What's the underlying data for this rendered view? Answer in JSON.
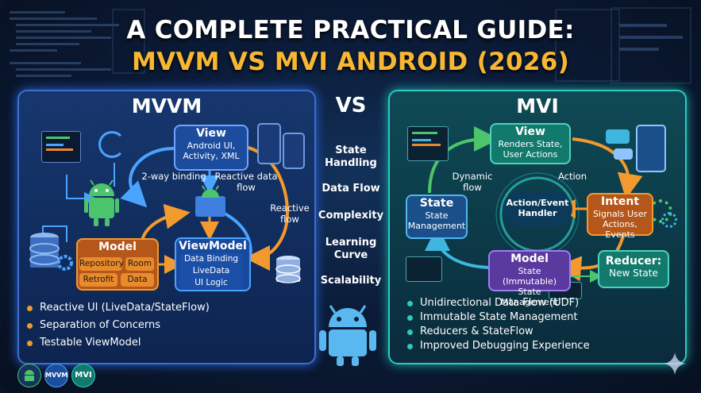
{
  "title": {
    "line1": "A COMPLETE PRACTICAL GUIDE:",
    "line2": "MVVM VS MVI ANDROID (2026)"
  },
  "mvvm": {
    "heading": "MVVM",
    "view": {
      "title": "View",
      "lines": [
        "Android UI,",
        "Activity, XML"
      ]
    },
    "labels": {
      "two_way": "2-way binding",
      "reactive_data_flow_1": "Reactive data",
      "reactive_data_flow_2": "flow",
      "reactive_flow_1": "Reactive",
      "reactive_flow_2": "flow"
    },
    "model": {
      "title": "Model",
      "chips": [
        "Repository",
        "Room",
        "Retrofit",
        "Data"
      ]
    },
    "viewmodel": {
      "title": "ViewModel",
      "chips": [
        "Data Binding",
        "LiveData",
        "UI Logic"
      ]
    },
    "bullets": [
      "Reactive UI (LiveData/StateFlow)",
      "Separation of Concerns",
      "Testable ViewModel"
    ]
  },
  "vs_label": "VS",
  "comparison": [
    "State Handling",
    "Data Flow",
    "Complexity",
    "Learning Curve",
    "Scalability"
  ],
  "comparison_lines": [
    [
      "State",
      "Handling"
    ],
    [
      "Data Flow"
    ],
    [
      "Complexity"
    ],
    [
      "Learning",
      "Curve"
    ],
    [
      "Scalability"
    ]
  ],
  "mvi": {
    "heading": "MVI",
    "view": {
      "title": "View",
      "lines": [
        "Renders State,",
        "User Actions"
      ]
    },
    "labels": {
      "dynamic_1": "Dynamic",
      "dynamic_2": "flow",
      "action": "Action"
    },
    "center": {
      "lines": [
        "Action/Event",
        "Handler"
      ]
    },
    "state": {
      "title": "State",
      "lines": [
        "State",
        "Management"
      ]
    },
    "intent": {
      "title": "Intent",
      "lines": [
        "Signals User",
        "Actions, Events"
      ]
    },
    "model": {
      "title": "Model",
      "lines": [
        "State (Immutable)",
        "State Management"
      ]
    },
    "reducer": {
      "title": "Reducer:",
      "lines": [
        "New State"
      ]
    },
    "bullets": [
      "Unidirectional Data Flow (UDF)",
      "Immutable State Management",
      "Reducers & StateFlow",
      "Improved Debugging Experience"
    ]
  },
  "footer_logos": [
    "MVVM",
    "MVI"
  ],
  "colors": {
    "mvvm_border": "#3d6fd0",
    "mvi_border": "#2fc9c0",
    "accent_orange": "#e98a2c",
    "title_gold": "#f7b733",
    "android_green": "#4cc46c"
  }
}
